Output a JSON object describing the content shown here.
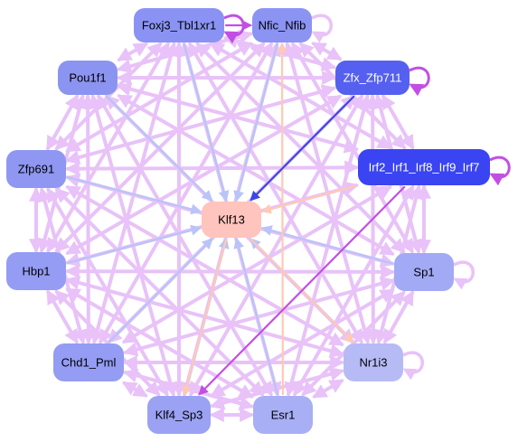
{
  "colors": {
    "background": "#ffffff",
    "center_node": "#ffc4bd",
    "edge_lilac": "#e8c2f8",
    "edge_blue": "#b9c4f7",
    "edge_peach": "#ffc9b3",
    "edge_magenta": "#c24fe3",
    "edge_strong_blue": "#3b46e6"
  },
  "nodes": [
    {
      "id": "foxj3",
      "label": "Foxj3_Tbl1xr1",
      "fill": "#8a93f4",
      "text": "#000000",
      "self_loop": true
    },
    {
      "id": "nfic",
      "label": "Nfic_Nfib",
      "fill": "#8b93f3",
      "text": "#000000",
      "self_loop": true
    },
    {
      "id": "zfx",
      "label": "Zfx_Zfp711",
      "fill": "#5560f0",
      "text": "#ffffff",
      "self_loop": true
    },
    {
      "id": "irf",
      "label": "Irf2_Irf1_Irf8_Irf9_Irf7",
      "fill": "#3a44f2",
      "text": "#ffffff",
      "self_loop": true
    },
    {
      "id": "pou1f1",
      "label": "Pou1f1",
      "fill": "#8c94f2",
      "text": "#000000",
      "self_loop": false
    },
    {
      "id": "zfp691",
      "label": "Zfp691",
      "fill": "#8f97f3",
      "text": "#000000",
      "self_loop": false
    },
    {
      "id": "klf13",
      "label": "Klf13",
      "fill": "#ffc4bd",
      "text": "#000000",
      "self_loop": false
    },
    {
      "id": "hbp1",
      "label": "Hbp1",
      "fill": "#949cf4",
      "text": "#000000",
      "self_loop": false
    },
    {
      "id": "sp1",
      "label": "Sp1",
      "fill": "#a2a9f5",
      "text": "#000000",
      "self_loop": true
    },
    {
      "id": "chd1",
      "label": "Chd1_Pml",
      "fill": "#949cf4",
      "text": "#000000",
      "self_loop": false
    },
    {
      "id": "nr1i3",
      "label": "Nr1i3",
      "fill": "#b6bbf6",
      "text": "#000000",
      "self_loop": true
    },
    {
      "id": "klf4",
      "label": "Klf4_Sp3",
      "fill": "#9ba2f4",
      "text": "#000000",
      "self_loop": false
    },
    {
      "id": "esr1",
      "label": "Esr1",
      "fill": "#a9aff5",
      "text": "#000000",
      "self_loop": false
    }
  ],
  "edges": [
    {
      "from": "foxj3",
      "to": "nfic",
      "color": "magenta"
    },
    {
      "from": "irf",
      "to": "klf4",
      "color": "magenta"
    },
    {
      "from": "foxj3",
      "to": "klf13",
      "color": "blue"
    },
    {
      "from": "nfic",
      "to": "klf13",
      "color": "blue"
    },
    {
      "from": "zfx",
      "to": "klf13",
      "color": "strong_blue"
    },
    {
      "from": "irf",
      "to": "klf13",
      "color": "peach"
    },
    {
      "from": "pou1f1",
      "to": "klf13",
      "color": "blue"
    },
    {
      "from": "zfp691",
      "to": "klf13",
      "color": "blue"
    },
    {
      "from": "hbp1",
      "to": "klf13",
      "color": "blue"
    },
    {
      "from": "sp1",
      "to": "klf13",
      "color": "blue"
    },
    {
      "from": "chd1",
      "to": "klf13",
      "color": "blue"
    },
    {
      "from": "nr1i3",
      "to": "klf13",
      "color": "blue"
    },
    {
      "from": "klf4",
      "to": "klf13",
      "color": "blue"
    },
    {
      "from": "esr1",
      "to": "klf13",
      "color": "blue"
    },
    {
      "from": "klf13",
      "to": "nr1i3",
      "color": "peach"
    },
    {
      "from": "klf13",
      "to": "klf4",
      "color": "peach"
    },
    {
      "from": "esr1",
      "to": "nfic",
      "color": "peach"
    },
    {
      "from": "foxj3",
      "to": "zfx",
      "color": "lilac"
    },
    {
      "from": "foxj3",
      "to": "pou1f1",
      "color": "lilac"
    },
    {
      "from": "foxj3",
      "to": "irf",
      "color": "lilac"
    },
    {
      "from": "foxj3",
      "to": "chd1",
      "color": "lilac"
    },
    {
      "from": "foxj3",
      "to": "klf4",
      "color": "lilac"
    },
    {
      "from": "foxj3",
      "to": "esr1",
      "color": "lilac"
    },
    {
      "from": "foxj3",
      "to": "sp1",
      "color": "lilac"
    },
    {
      "from": "foxj3",
      "to": "hbp1",
      "color": "lilac"
    },
    {
      "from": "foxj3",
      "to": "zfp691",
      "color": "lilac"
    },
    {
      "from": "foxj3",
      "to": "nr1i3",
      "color": "lilac"
    },
    {
      "from": "nfic",
      "to": "zfx",
      "color": "lilac"
    },
    {
      "from": "nfic",
      "to": "pou1f1",
      "color": "lilac"
    },
    {
      "from": "nfic",
      "to": "irf",
      "color": "lilac"
    },
    {
      "from": "nfic",
      "to": "zfp691",
      "color": "lilac"
    },
    {
      "from": "nfic",
      "to": "hbp1",
      "color": "lilac"
    },
    {
      "from": "nfic",
      "to": "sp1",
      "color": "lilac"
    },
    {
      "from": "nfic",
      "to": "chd1",
      "color": "lilac"
    },
    {
      "from": "nfic",
      "to": "nr1i3",
      "color": "lilac"
    },
    {
      "from": "nfic",
      "to": "klf4",
      "color": "lilac"
    },
    {
      "from": "zfx",
      "to": "pou1f1",
      "color": "lilac"
    },
    {
      "from": "zfx",
      "to": "irf",
      "color": "lilac"
    },
    {
      "from": "zfx",
      "to": "zfp691",
      "color": "lilac"
    },
    {
      "from": "zfx",
      "to": "hbp1",
      "color": "lilac"
    },
    {
      "from": "zfx",
      "to": "sp1",
      "color": "lilac"
    },
    {
      "from": "zfx",
      "to": "chd1",
      "color": "lilac"
    },
    {
      "from": "zfx",
      "to": "nr1i3",
      "color": "lilac"
    },
    {
      "from": "zfx",
      "to": "klf4",
      "color": "lilac"
    },
    {
      "from": "zfx",
      "to": "esr1",
      "color": "lilac"
    },
    {
      "from": "irf",
      "to": "pou1f1",
      "color": "lilac"
    },
    {
      "from": "irf",
      "to": "zfp691",
      "color": "lilac"
    },
    {
      "from": "irf",
      "to": "hbp1",
      "color": "lilac"
    },
    {
      "from": "irf",
      "to": "sp1",
      "color": "lilac"
    },
    {
      "from": "irf",
      "to": "chd1",
      "color": "lilac"
    },
    {
      "from": "irf",
      "to": "nr1i3",
      "color": "lilac"
    },
    {
      "from": "irf",
      "to": "esr1",
      "color": "lilac"
    },
    {
      "from": "pou1f1",
      "to": "zfp691",
      "color": "lilac"
    },
    {
      "from": "pou1f1",
      "to": "hbp1",
      "color": "lilac"
    },
    {
      "from": "pou1f1",
      "to": "sp1",
      "color": "lilac"
    },
    {
      "from": "pou1f1",
      "to": "chd1",
      "color": "lilac"
    },
    {
      "from": "pou1f1",
      "to": "nr1i3",
      "color": "lilac"
    },
    {
      "from": "pou1f1",
      "to": "klf4",
      "color": "lilac"
    },
    {
      "from": "pou1f1",
      "to": "esr1",
      "color": "lilac"
    },
    {
      "from": "zfp691",
      "to": "hbp1",
      "color": "lilac"
    },
    {
      "from": "zfp691",
      "to": "sp1",
      "color": "lilac"
    },
    {
      "from": "zfp691",
      "to": "chd1",
      "color": "lilac"
    },
    {
      "from": "zfp691",
      "to": "nr1i3",
      "color": "lilac"
    },
    {
      "from": "zfp691",
      "to": "klf4",
      "color": "lilac"
    },
    {
      "from": "zfp691",
      "to": "esr1",
      "color": "lilac"
    },
    {
      "from": "hbp1",
      "to": "sp1",
      "color": "lilac"
    },
    {
      "from": "hbp1",
      "to": "chd1",
      "color": "lilac"
    },
    {
      "from": "hbp1",
      "to": "nr1i3",
      "color": "lilac"
    },
    {
      "from": "hbp1",
      "to": "klf4",
      "color": "lilac"
    },
    {
      "from": "hbp1",
      "to": "esr1",
      "color": "lilac"
    },
    {
      "from": "sp1",
      "to": "chd1",
      "color": "lilac"
    },
    {
      "from": "sp1",
      "to": "nr1i3",
      "color": "lilac"
    },
    {
      "from": "sp1",
      "to": "klf4",
      "color": "lilac"
    },
    {
      "from": "sp1",
      "to": "esr1",
      "color": "lilac"
    },
    {
      "from": "chd1",
      "to": "nr1i3",
      "color": "lilac"
    },
    {
      "from": "chd1",
      "to": "klf4",
      "color": "lilac"
    },
    {
      "from": "chd1",
      "to": "esr1",
      "color": "lilac"
    },
    {
      "from": "nr1i3",
      "to": "klf4",
      "color": "lilac"
    },
    {
      "from": "nr1i3",
      "to": "esr1",
      "color": "lilac"
    },
    {
      "from": "klf4",
      "to": "esr1",
      "color": "lilac"
    }
  ]
}
